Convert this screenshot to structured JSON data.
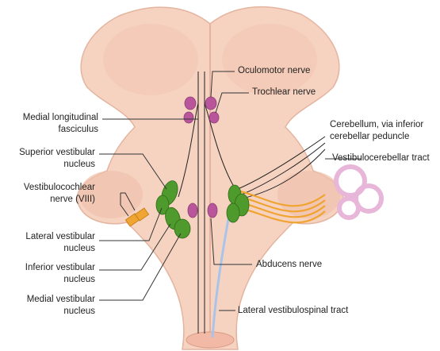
{
  "labels": {
    "oculomotor_nerve": "Oculomotor nerve",
    "trochlear_nerve": "Trochlear nerve",
    "medial_longitudinal_fasciculus": [
      "Medial longitudinal",
      "fasciculus"
    ],
    "cerebellum_via_icp": [
      "Cerebellum, via inferior",
      "cerebellar peduncle"
    ],
    "vestibulocerebellar_tract": "Vestibulocerebellar tract",
    "superior_vestibular_nucleus": [
      "Superior vestibular",
      "nucleus"
    ],
    "vestibulocochlear_nerve": [
      "Vestibulocochlear",
      "nerve (VIII)"
    ],
    "lateral_vestibular_nucleus": [
      "Lateral vestibular",
      "nucleus"
    ],
    "inferior_vestibular_nucleus": [
      "Inferior vestibular",
      "nucleus"
    ],
    "medial_vestibular_nucleus": [
      "Medial vestibular",
      "nucleus"
    ],
    "abducens_nerve": "Abducens nerve",
    "lateral_vestibulospinal_tract": "Lateral vestibulospinal tract"
  },
  "colors": {
    "brainstem": "#f6d3c1",
    "brainstem_outline": "#e4b49f",
    "vestibular_nuclei": "#4f9a2c",
    "cranial_nerve_nuclei": "#b9559a",
    "nerve_bundle": "#f0a431",
    "inner_ear": "#e8b6d8",
    "tract_line": "#222222",
    "spinal_tract": "#a9c4e8"
  }
}
